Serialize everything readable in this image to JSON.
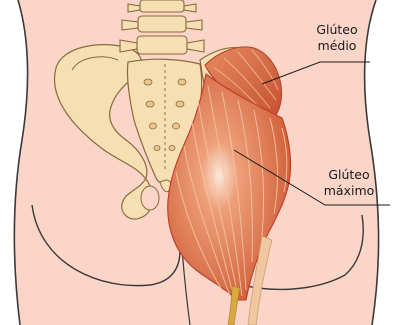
{
  "labels": {
    "gluteo_medio": {
      "line1": "Glúteo",
      "line2": "médio"
    },
    "gluteo_maximo": {
      "line1": "Glúteo",
      "line2": "máximo"
    }
  },
  "colors": {
    "skin": "#fbd5c8",
    "body_outline": "#3a3a3a",
    "bone": "#f7dfb4",
    "bone_outline": "#8a6a3a",
    "muscle": "#e07a50",
    "muscle_dark": "#c4552e",
    "tendon": "#f0c8a0",
    "leader_line": "#1a1a1a"
  }
}
